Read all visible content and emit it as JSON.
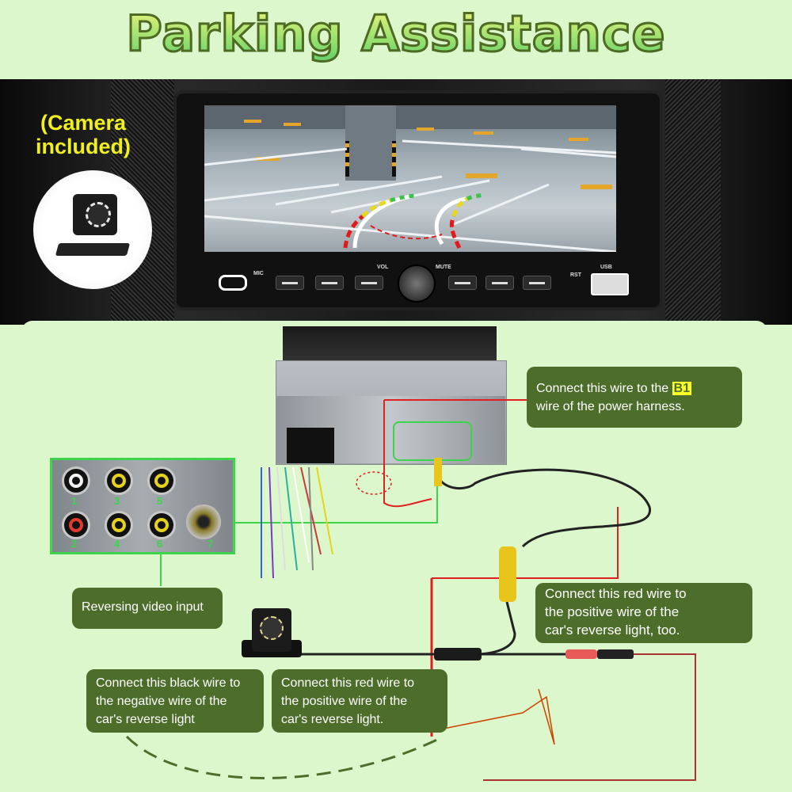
{
  "title": "Parking Assistance",
  "camera_badge": {
    "line1": "(Camera",
    "line2": "included)"
  },
  "head_unit": {
    "labels": {
      "mic": "MIC",
      "vol": "VOL",
      "mute": "MUTE",
      "rst": "RST",
      "usb": "USB"
    }
  },
  "rca_panel": {
    "jacks": [
      {
        "num": "1",
        "color": "#f2f2f2"
      },
      {
        "num": "2",
        "color": "#e33a2c"
      },
      {
        "num": "3",
        "color": "#e7d21b"
      },
      {
        "num": "4",
        "color": "#e7d21b"
      },
      {
        "num": "5",
        "color": "#e7d21b"
      },
      {
        "num": "6",
        "color": "#e7d21b"
      },
      {
        "num": "7",
        "color": "#8b7b2a"
      }
    ]
  },
  "callouts": {
    "b1": {
      "prefix": "Connect this wire to the ",
      "highlight": "B1",
      "line2": "wire of the power harness."
    },
    "reversing_video": "Reversing video input",
    "red_wire_too": {
      "line1": "Connect this red wire to",
      "line2": "the positive wire of the",
      "line3": "car's reverse light, too."
    },
    "black_wire": {
      "line1": "Connect this black wire to",
      "line2": "the negative wire of the",
      "line3": "car's reverse light"
    },
    "red_wire": {
      "line1": "Connect this red wire to",
      "line2": "the positive wire of the",
      "line3": "car's reverse light."
    }
  },
  "colors": {
    "background": "#dcf7cc",
    "callout_bg": "#4d6e2b",
    "highlight_green": "#3dd34a",
    "wire_red": "#e02020",
    "title_outline": "#4f6a24",
    "badge_yellow": "#f0f01e"
  }
}
